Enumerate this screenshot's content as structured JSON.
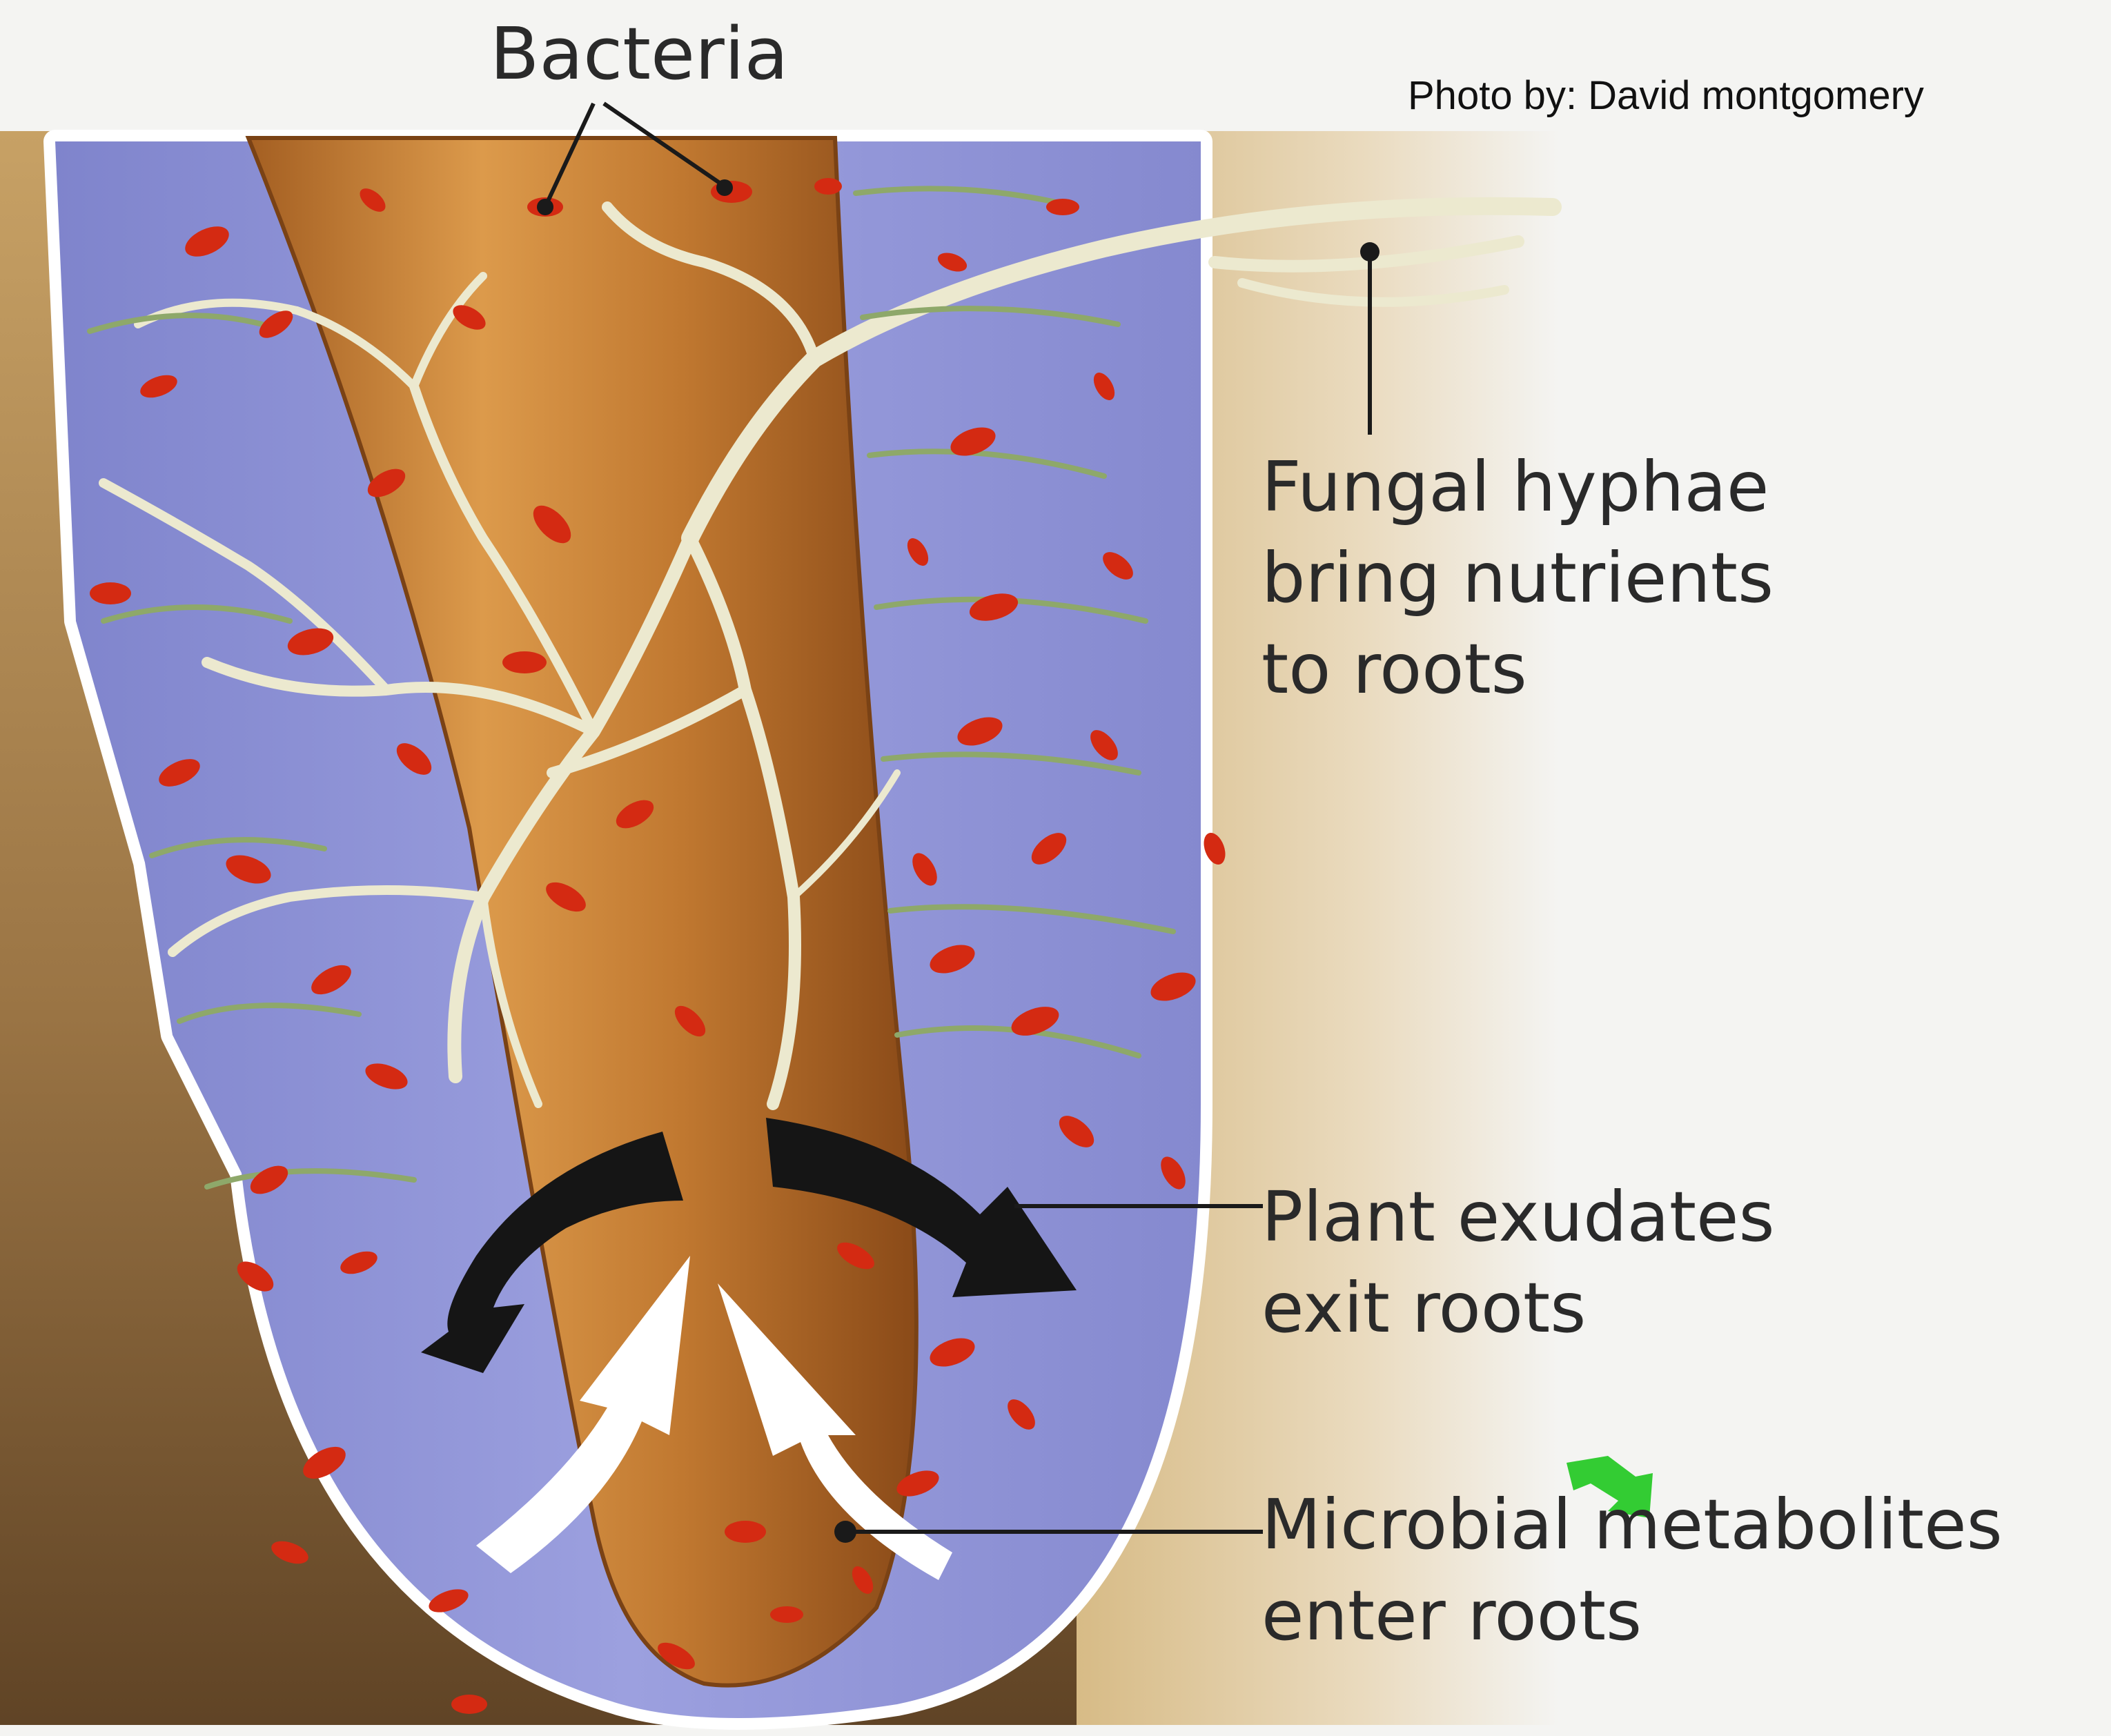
{
  "labels": {
    "bacteria": "Bacteria",
    "credit": "Photo by: David montgomery",
    "fungal_hyphae": [
      "Fungal hyphae",
      "bring nutrients",
      "to roots"
    ],
    "plant_exudates": [
      "Plant exudates",
      "exit roots"
    ],
    "microbial_metabolites": [
      "Microbial metabolites",
      "enter roots"
    ]
  },
  "icons": {
    "pointer": "green-cursor-arrow-icon"
  },
  "colors": {
    "rhizosphere": "#8f94d6",
    "root": "#c98236",
    "soil": "#8a6a3c",
    "bacteria": "#d42a12",
    "hyphae": "#e8e6cf",
    "exudate_arrow": "#151515",
    "metabolite_arrow": "#ffffff",
    "pointer": "#33cc33"
  }
}
